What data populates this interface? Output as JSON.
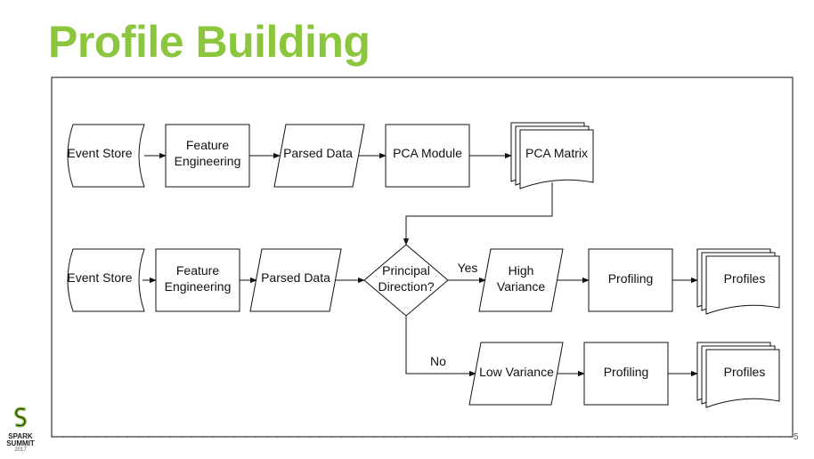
{
  "slide": {
    "title": "Profile Building",
    "page_number": "5",
    "logo": {
      "line1": "SPARK",
      "line2": "SUMMIT",
      "year": "2017",
      "icon": "spark-summit-logo"
    }
  },
  "diagram": {
    "row1": {
      "event_store": "Event Store",
      "feature_engineering": [
        "Feature",
        "Engineering"
      ],
      "parsed_data": "Parsed Data",
      "pca_module": "PCA Module",
      "pca_matrix": "PCA Matrix"
    },
    "row2": {
      "event_store": "Event Store",
      "feature_engineering": [
        "Feature",
        "Engineering"
      ],
      "parsed_data": "Parsed Data",
      "decision": [
        "Principal",
        "Direction?"
      ],
      "yes_label": "Yes",
      "high_variance": [
        "High",
        "Variance"
      ],
      "profiling": "Profiling",
      "profiles": "Profiles"
    },
    "row3": {
      "no_label": "No",
      "low_variance": "Low Variance",
      "profiling": "Profiling",
      "profiles": "Profiles"
    }
  }
}
